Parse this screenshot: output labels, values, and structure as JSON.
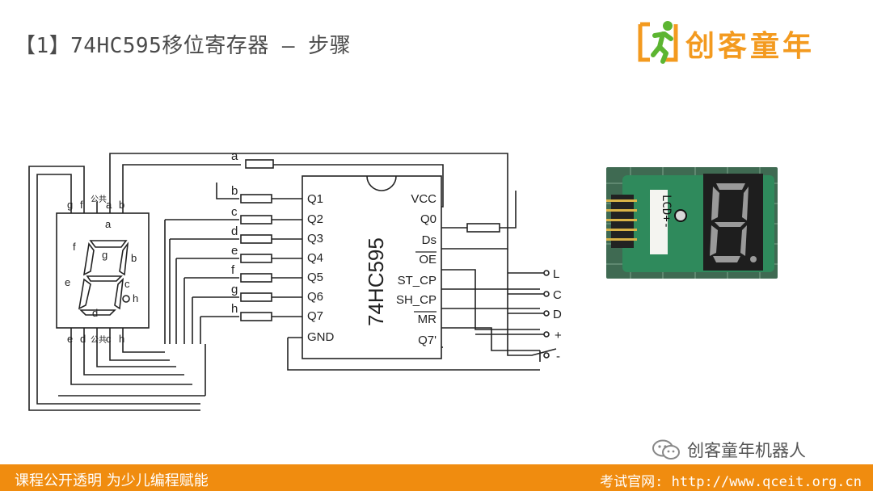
{
  "slide": {
    "title": "【1】74HC595移位寄存器 – 步骤"
  },
  "brand": {
    "name": "创客童年",
    "logo_icon": "running-child-logo-icon",
    "accent_color": "#f39a1f"
  },
  "diagram": {
    "chip": {
      "name": "74HC595",
      "left_pins": [
        "Q1",
        "Q2",
        "Q3",
        "Q4",
        "Q5",
        "Q6",
        "Q7",
        "GND"
      ],
      "right_pins": [
        "VCC",
        "Q0",
        "Ds",
        "OE",
        "ST_CP",
        "SH_CP",
        "MR",
        "Q7'"
      ]
    },
    "display": {
      "top_pins": [
        "g",
        "f",
        "公共",
        "a",
        "b"
      ],
      "bottom_pins": [
        "e",
        "d",
        "公共",
        "c",
        "h"
      ],
      "segments": [
        "a",
        "b",
        "c",
        "d",
        "e",
        "f",
        "g",
        "h"
      ]
    },
    "resistor_labels": [
      "a",
      "b",
      "c",
      "d",
      "e",
      "f",
      "g",
      "h"
    ],
    "terminals": [
      "L",
      "C",
      "D",
      "+",
      "-"
    ]
  },
  "module_photo": {
    "silk_label": "LCD+-"
  },
  "watermark": {
    "icon": "wechat-icon",
    "text": "创客童年机器人"
  },
  "footer": {
    "slogan": "课程公开透明 为少儿编程赋能",
    "website": "考试官网: http://www.qceit.org.cn",
    "bg_color": "#f08c0f"
  }
}
